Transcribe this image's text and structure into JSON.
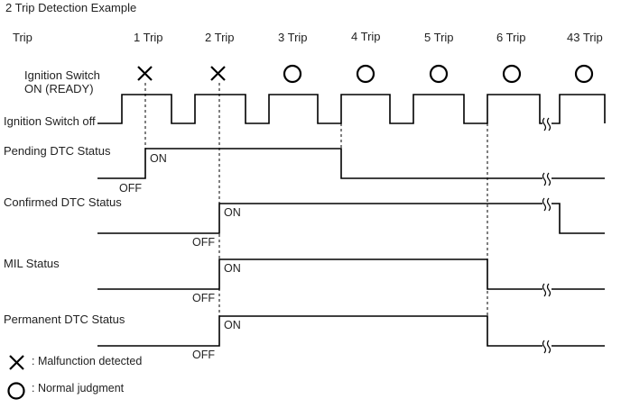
{
  "title": "2 Trip Detection Example",
  "trip_header": "Trip",
  "trips": [
    {
      "label": "1 Trip",
      "result": "malfunction"
    },
    {
      "label": "2 Trip",
      "result": "malfunction"
    },
    {
      "label": "3 Trip",
      "result": "normal"
    },
    {
      "label": "4 Trip",
      "result": "normal"
    },
    {
      "label": "5 Trip",
      "result": "normal"
    },
    {
      "label": "6 Trip",
      "result": "normal"
    },
    {
      "label": "43 Trip",
      "result": "normal"
    }
  ],
  "rows": {
    "ignition_on_line1": "Ignition Switch",
    "ignition_on_line2": "ON (READY)",
    "ignition_off": "Ignition Switch off",
    "pending": "Pending DTC Status",
    "confirmed": "Confirmed DTC Status",
    "mil": "MIL Status",
    "permanent": "Permanent DTC Status"
  },
  "state_labels": {
    "on": "ON",
    "off": "OFF"
  },
  "legend": {
    "malfunction": ": Malfunction detected",
    "normal": ": Normal judgment"
  }
}
